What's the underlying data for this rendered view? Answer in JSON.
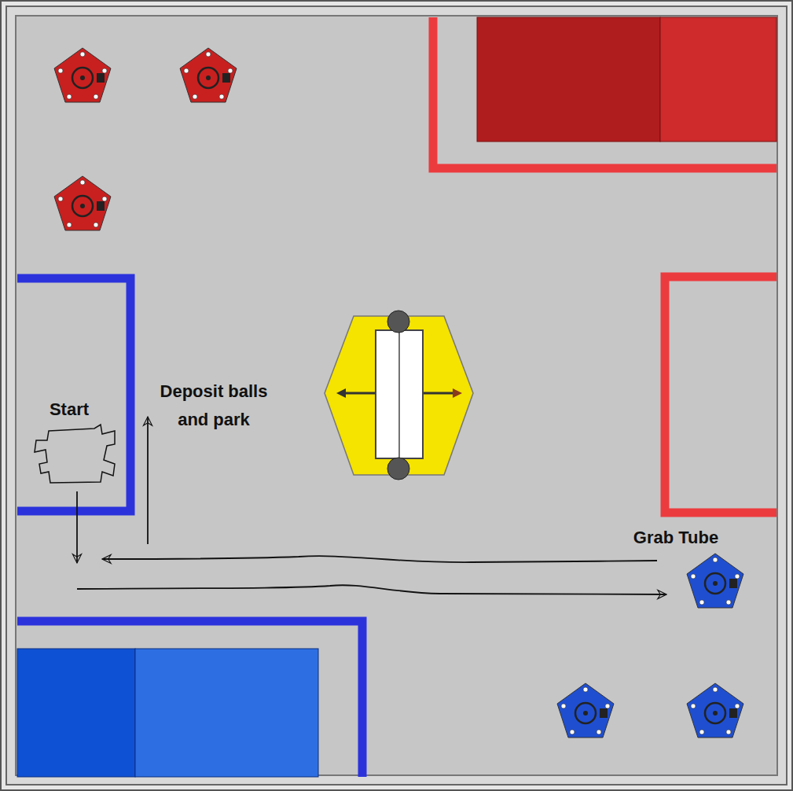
{
  "diagram": {
    "labels": [
      "Start",
      "Deposit balls and park",
      "Grab Tube"
    ]
  }
}
